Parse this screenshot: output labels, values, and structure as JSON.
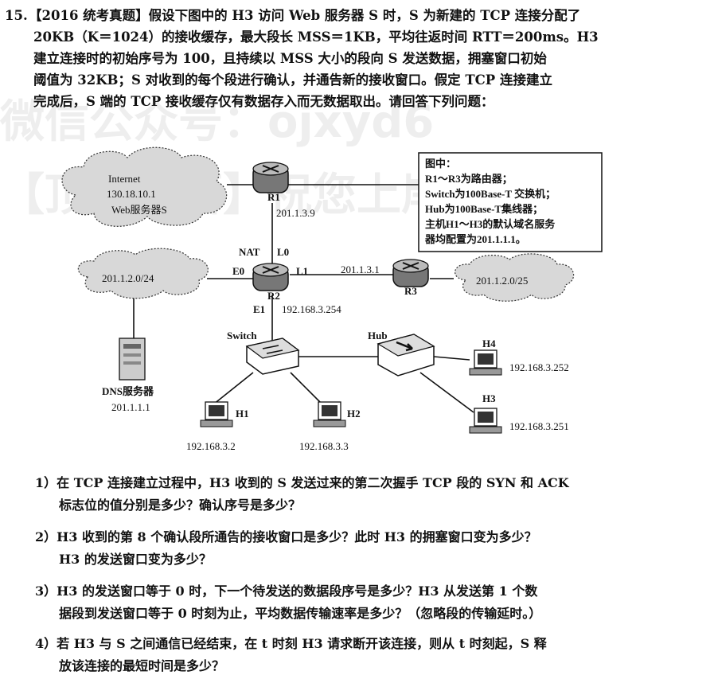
{
  "problem": {
    "number": "15.",
    "lines": [
      "【2016 统考真题】假设下图中的 H3 访问 Web 服务器 S 时，S 为新建的 TCP 连接分配了",
      "20KB（K＝1024）的接收缓存，最大段长 MSS＝1KB，平均往返时间 RTT＝200ms。H3",
      "建立连接时的初始序号为 100，且持续以 MSS 大小的段向 S 发送数据，拥塞窗口初始",
      "阈值为 32KB；S 对收到的每个段进行确认，并通告新的接收窗口。假定 TCP 连接建立",
      "完成后，S 端的 TCP 接收缓存仅有数据存入而无数据取出。请回答下列问题："
    ]
  },
  "watermark": [
    "微信公众号：ojxyd6",
    "【顶尖考研】祝您上岸"
  ],
  "diagram": {
    "internet_label": "Internet",
    "internet_ip": "130.18.10.1",
    "web_server": "Web服务器S",
    "r1": "R1",
    "r1_ip": "201.1.3.9",
    "r2": "R2",
    "r3": "R3",
    "nat": "NAT",
    "l0": "L0",
    "l1": "L1",
    "e0": "E0",
    "e1": "E1",
    "r3_ip": "201.1.3.1",
    "e1_ip": "192.168.3.254",
    "net_left": "201.1.2.0/24",
    "net_right": "201.1.2.0/25",
    "switch": "Switch",
    "hub": "Hub",
    "dns_label": "DNS服务器",
    "dns_ip": "201.1.1.1",
    "h1": "H1",
    "h1_ip": "192.168.3.2",
    "h2": "H2",
    "h2_ip": "192.168.3.3",
    "h3": "H3",
    "h3_ip": "192.168.3.251",
    "h4": "H4",
    "h4_ip": "192.168.3.252",
    "legend": [
      "图中：",
      "R1～R3为路由器；",
      "Switch为100Base-T 交换机；",
      "Hub为100Base-T集线器；",
      "主机H1～H3的默认域名服务",
      "器均配置为201.1.1.1。"
    ]
  },
  "questions": [
    {
      "l1": "1）在 TCP 连接建立过程中，H3 收到的 S 发送过来的第二次握手 TCP 段的 SYN 和 ACK",
      "l2": "标志位的值分别是多少？确认序号是多少？"
    },
    {
      "l1": "2）H3 收到的第 8 个确认段所通告的接收窗口是多少？此时 H3 的拥塞窗口变为多少？",
      "l2": "H3 的发送窗口变为多少？"
    },
    {
      "l1": "3）H3 的发送窗口等于 0 时，下一个待发送的数据段序号是多少？H3 从发送第 1 个数",
      "l2": "据段到发送窗口等于 0 时刻为止，平均数据传输速率是多少？（忽略段的传输延时。）"
    },
    {
      "l1": "4）若 H3 与 S 之间通信已经结束，在 t 时刻 H3 请求断开该连接，则从 t 时刻起，S 释",
      "l2": "放该连接的最短时间是多少？"
    }
  ]
}
